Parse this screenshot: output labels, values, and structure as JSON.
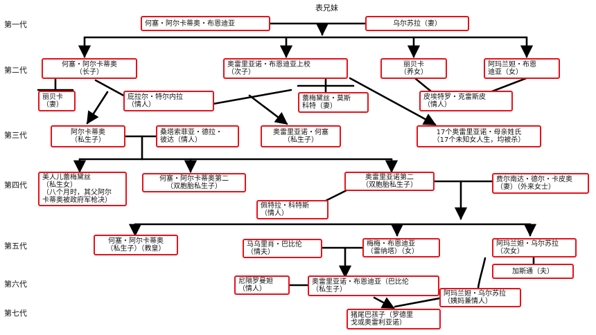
{
  "top_label": "表兄妹",
  "generations": [
    "第一代",
    "第二代",
    "第三代",
    "第四代",
    "第五代",
    "第六代",
    "第七代"
  ],
  "nodes": {
    "jose_arcadio_buendia": [
      "何塞・阿尔卡蒂奥・布恩迪亚"
    ],
    "ursula": [
      "乌尔苏拉（妻）"
    ],
    "jose_arcadio_2": [
      "何塞・阿尔卡蒂奥",
      "（长子）"
    ],
    "aureliano_colonel": [
      "奥雷里亚诺・布恩迪亚上校",
      "（次子）"
    ],
    "rebeca": [
      "丽贝卡",
      "（养女）"
    ],
    "amaranta": [
      "阿玛兰妲・布恩",
      "迪亚（女）"
    ],
    "rebeca_wife": [
      "丽贝卡",
      "（妻）"
    ],
    "pilar_ternera": [
      "庇拉尔・特尔内拉",
      "（情人）"
    ],
    "remedios_moscote": [
      "蕾梅黛丝・莫斯",
      "科特（妻）"
    ],
    "pietro_crespi": [
      "皮埃特罗・克雷斯皮",
      "（情人）"
    ],
    "arcadio": [
      "阿尔卡蒂奥",
      "（私生子）"
    ],
    "santa_sofia": [
      "桑塔索菲亚・德拉・",
      "彼达（情人）"
    ],
    "aureliano_jose": [
      "奥雷里亚诺・何塞",
      "（私生子）"
    ],
    "seventeen_aurelianos": [
      "17个奥雷里亚诺・母亲姓氏",
      "（17个未知女人生，均被杀）"
    ],
    "remedios_beauty": [
      "美人儿蕾梅黛丝",
      "（私生女）",
      "（八个月时，其父阿尔",
      "卡蒂奥被政府军枪决）"
    ],
    "jose_arcadio_segundo": [
      "何塞・阿尔卡蒂奥第二",
      "（双胞胎私生子）"
    ],
    "aureliano_segundo": [
      "奥雷里亚诺第二",
      "（双胞胎私生子）"
    ],
    "petra_cotes": [
      "佩特拉・科特斯",
      "（情人）"
    ],
    "fernanda": [
      "费尔南达・德尔・卡皮奥",
      "（妻）（外来女士）"
    ],
    "jose_arcadio_5": [
      "何塞・阿尔卡蒂奥",
      "（私生子）（教皇）"
    ],
    "mauricio_babilonia": [
      "马乌里肖・巴比伦",
      "（情夫）"
    ],
    "meme": [
      "梅梅・布恩迪亚",
      "（雷纳塔）（女）"
    ],
    "amaranta_ursula": [
      "阿玛兰妲・乌尔苏拉",
      "（次女）"
    ],
    "gaston": [
      "加斯通（夫）"
    ],
    "nigromanta": [
      "尼隔罗曼妲",
      "（情人）"
    ],
    "aureliano_babilonia": [
      "奥雷里亚诺・布恩迪亚（巴比伦",
      "（私生子）"
    ],
    "amaranta_ursula_lover": [
      "阿玛兰妲・乌尔苏拉",
      "（姨妈兼情人）"
    ],
    "pig_tail_child": [
      "猪尾巴孩子（罗德里",
      "戈或奥雷利亚诺）"
    ]
  },
  "colors": {
    "box_border": "#e8101a",
    "line": "#000000",
    "background": "#ffffff"
  }
}
